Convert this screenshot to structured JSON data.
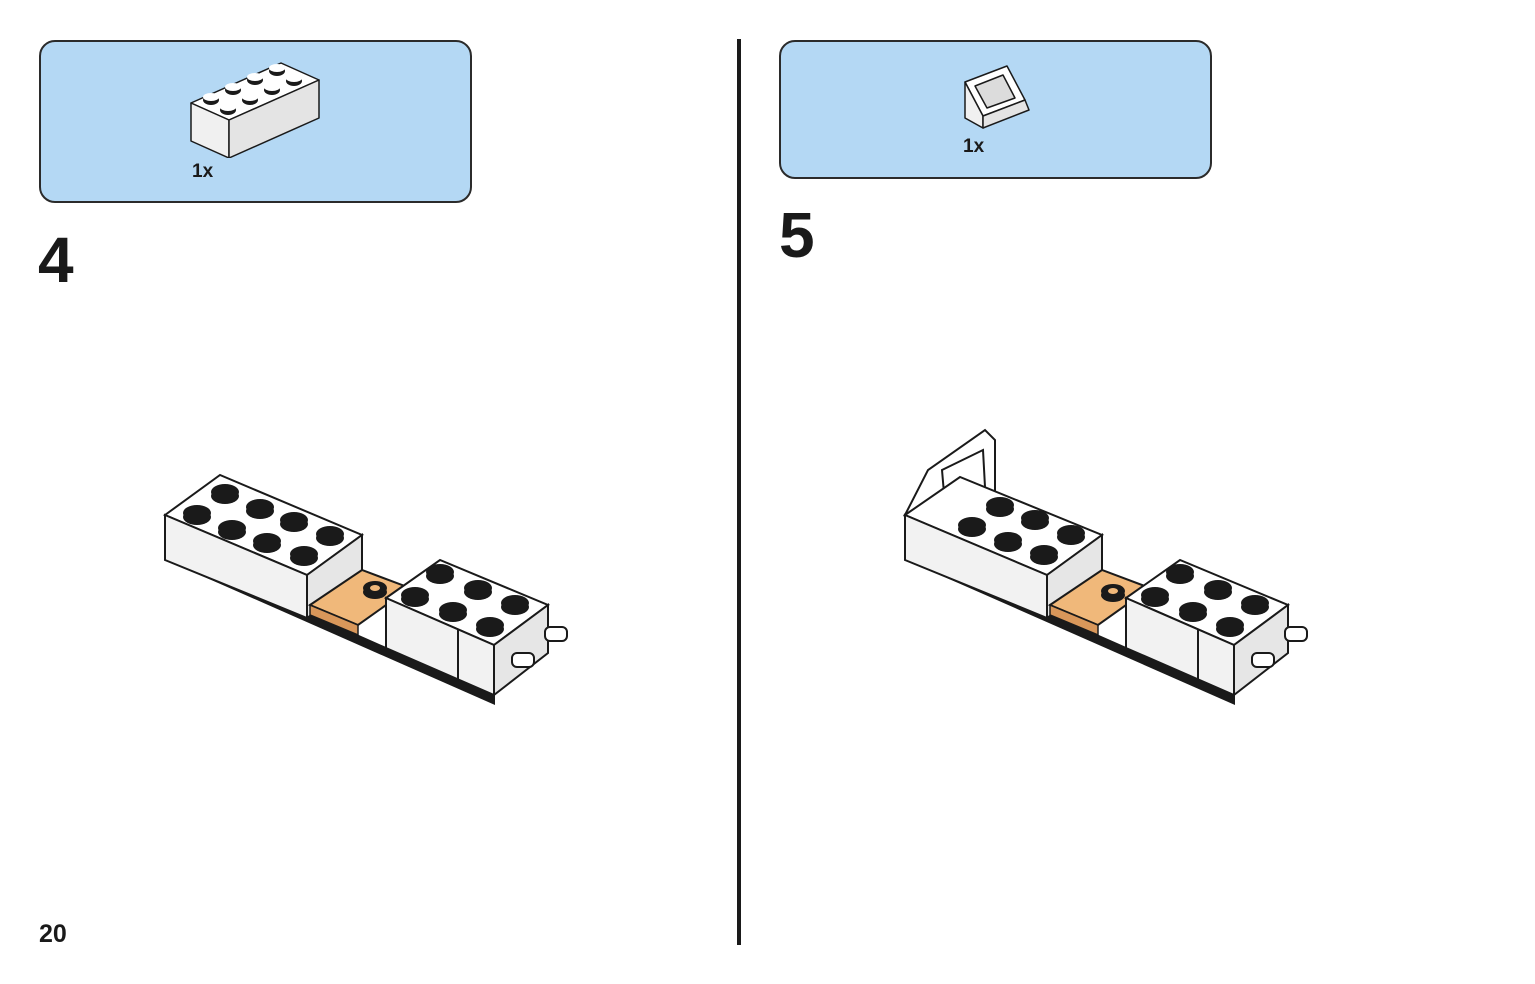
{
  "page_number": "20",
  "steps": [
    {
      "number": "4",
      "parts": [
        {
          "name": "brick-2x4-white",
          "quantity": "1x"
        }
      ]
    },
    {
      "number": "5",
      "parts": [
        {
          "name": "windscreen-1x2x2-white",
          "quantity": "1x"
        }
      ]
    }
  ],
  "colors": {
    "parts_box": "#b4d8f4",
    "white_brick": "#ffffff",
    "tan_plate": "#f0b87a",
    "outline": "#1a1a1a"
  }
}
